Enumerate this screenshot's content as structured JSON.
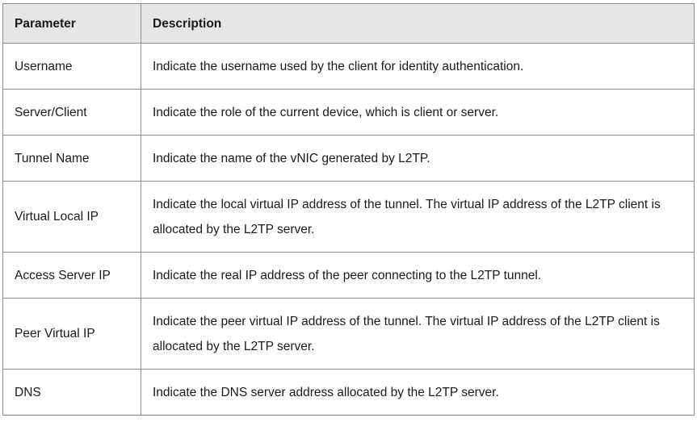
{
  "table": {
    "headers": {
      "parameter": "Parameter",
      "description": "Description"
    },
    "rows": [
      {
        "parameter": "Username",
        "description": "Indicate the username used by the client for identity authentication."
      },
      {
        "parameter": "Server/Client",
        "description": "Indicate the role of the current device, which is client or server."
      },
      {
        "parameter": "Tunnel Name",
        "description": "Indicate the name of the vNIC generated by L2TP."
      },
      {
        "parameter": "Virtual Local IP",
        "description": "Indicate the local virtual IP address of the tunnel. The virtual IP address of the L2TP client is allocated by the L2TP server."
      },
      {
        "parameter": "Access Server IP",
        "description": "Indicate the real IP address of the peer connecting to the L2TP tunnel."
      },
      {
        "parameter": "Peer Virtual IP",
        "description": "Indicate the peer virtual IP address of the tunnel. The virtual IP address of the L2TP client is allocated by the L2TP server."
      },
      {
        "parameter": "DNS",
        "description": "Indicate the DNS server address allocated by the L2TP server."
      }
    ]
  }
}
